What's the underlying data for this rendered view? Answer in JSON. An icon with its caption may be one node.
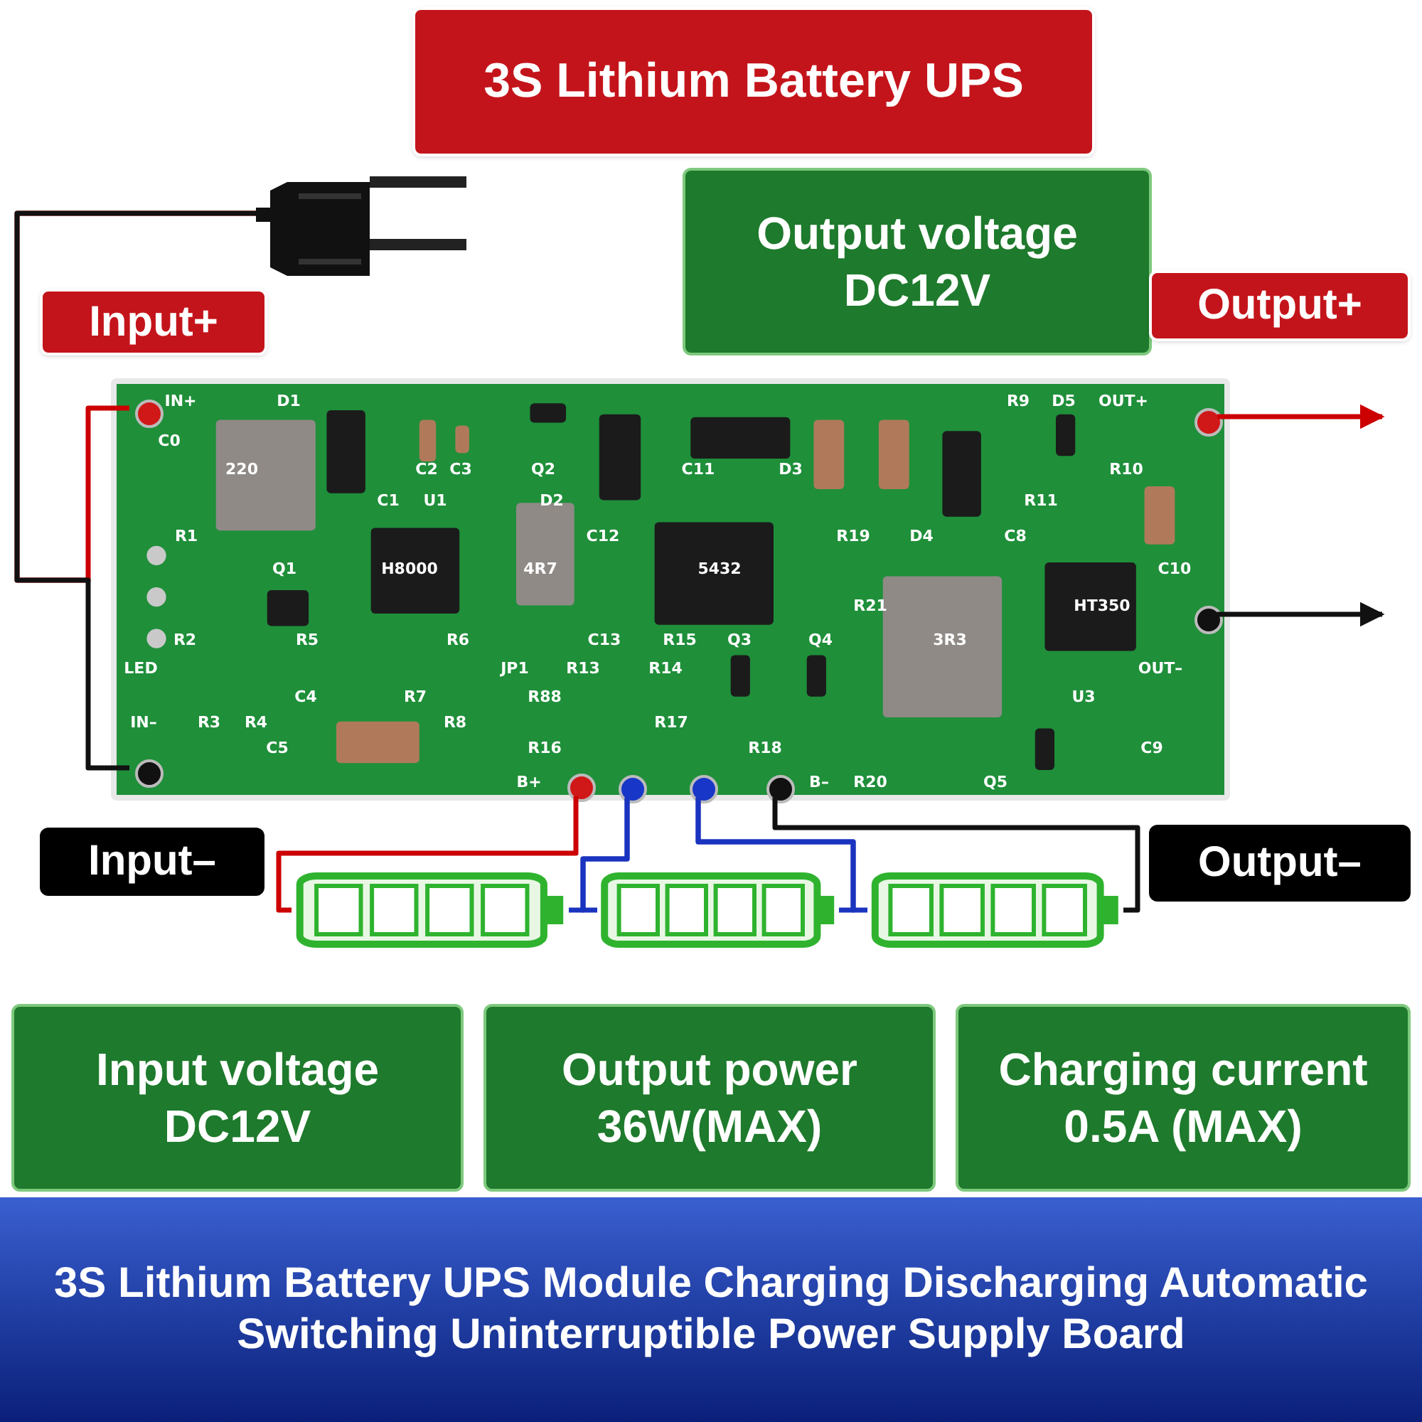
{
  "diagram": {
    "title": "3S Lithium Battery UPS",
    "caption": "3S Lithium Battery UPS Module Charging Discharging Automatic Switching Uninterruptible Power Supply Board",
    "nodes": [
      {
        "text": [
          "Output voltage",
          "DC12V"
        ]
      },
      {
        "text": [
          "Input+"
        ]
      },
      {
        "text": [
          "Output+"
        ]
      },
      {
        "text": [],
        "shape": "plug"
      },
      {
        "text": [],
        "shape": "board"
      },
      {
        "text": [],
        "shape": "circle",
        "in": 4
      },
      {
        "text": [],
        "shape": "circle",
        "in": 4
      },
      {
        "text": [],
        "shape": "circle",
        "in": 4
      },
      {
        "text": [],
        "shape": "circle",
        "in": 4
      },
      {
        "text": [],
        "shape": "circle",
        "in": 4
      },
      {
        "text": [],
        "shape": "circle",
        "in": 4
      },
      {
        "text": [],
        "shape": "circle",
        "in": 4
      },
      {
        "text": [],
        "shape": "circle",
        "in": 4
      },
      {
        "text": [
          "Input–"
        ]
      },
      {
        "text": [
          "Output–"
        ]
      },
      {
        "text": [],
        "shape": "battery"
      },
      {
        "text": [],
        "shape": "battery"
      },
      {
        "text": [],
        "shape": "battery"
      },
      {
        "text": [
          "Input voltage",
          "DC12V"
        ]
      },
      {
        "text": [
          "Output power",
          "36W(MAX)"
        ]
      },
      {
        "text": [
          "Charging current",
          "0.5A (MAX)"
        ]
      }
    ],
    "edges": [
      {
        "from": 3,
        "to": 5,
        "arrow": "none",
        "color": "#cc0000"
      },
      {
        "from": 3,
        "to": 6,
        "arrow": "none",
        "color": "#111111"
      },
      {
        "from": 7,
        "to": null,
        "arrow": "to",
        "color": "#cc0000"
      },
      {
        "from": 8,
        "to": null,
        "arrow": "to",
        "color": "#111111"
      },
      {
        "from": 9,
        "to": 15,
        "arrow": "none",
        "color": "#cc0000"
      },
      {
        "from": 10,
        "to": 15,
        "arrow": "none"
      },
      {
        "from": 10,
        "to": 16,
        "arrow": "none"
      },
      {
        "from": 11,
        "to": 16,
        "arrow": "none"
      },
      {
        "from": 11,
        "to": 17,
        "arrow": "none"
      },
      {
        "from": 12,
        "to": 17,
        "arrow": "none",
        "color": "#111111"
      }
    ],
    "labels": [
      "IN+",
      "D1",
      "R9",
      "D5",
      "OUT+",
      "C0",
      "220",
      "C2",
      "C3",
      "Q2",
      "C11",
      "D3",
      "R10",
      "C1",
      "U1",
      "D2",
      "R11",
      "R1",
      "C12",
      "R19",
      "D4",
      "C8",
      "Q1",
      "H8000",
      "4R7",
      "5432",
      "C10",
      "R21",
      "HT350",
      "R2",
      "R5",
      "R6",
      "C13",
      "R15",
      "Q3",
      "Q4",
      "3R3",
      "LED",
      "JP1",
      "R13",
      "R14",
      "OUT–",
      "C4",
      "R7",
      "R88",
      "U3",
      "IN–",
      "R3",
      "R4",
      "R8",
      "R17",
      "C5",
      "R16",
      "R18",
      "C9",
      "B+",
      "B–",
      "R20",
      "Q5"
    ]
  }
}
